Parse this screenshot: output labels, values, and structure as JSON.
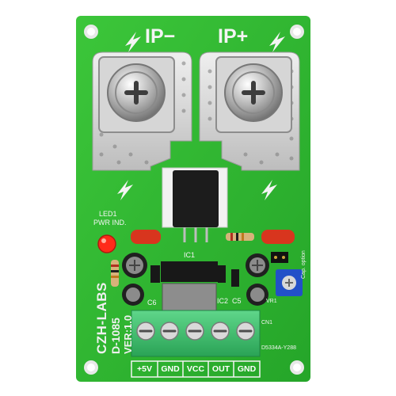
{
  "board": {
    "terminal_left": "IP−",
    "terminal_right": "IP+",
    "led_label_1": "LED1",
    "led_label_2": "PWR IND.",
    "brand": "CZH-LABS",
    "model": "D-1085",
    "version": "VER:1.0",
    "ic1": "IC1",
    "c6": "C6",
    "ic2": "IC2",
    "c5": "C5",
    "vr1": "VR1",
    "cn1": "CN1",
    "cap_option": "Cap. option",
    "serial": "D5334A-Y288",
    "pins": [
      "+5V",
      "GND",
      "VCC",
      "OUT",
      "GND"
    ]
  },
  "colors": {
    "pcb": "#2fb52f",
    "silkscreen": "#f4f4f4",
    "terminal_block": "#3cc46a",
    "copper_pad": "#d9d9d9"
  }
}
